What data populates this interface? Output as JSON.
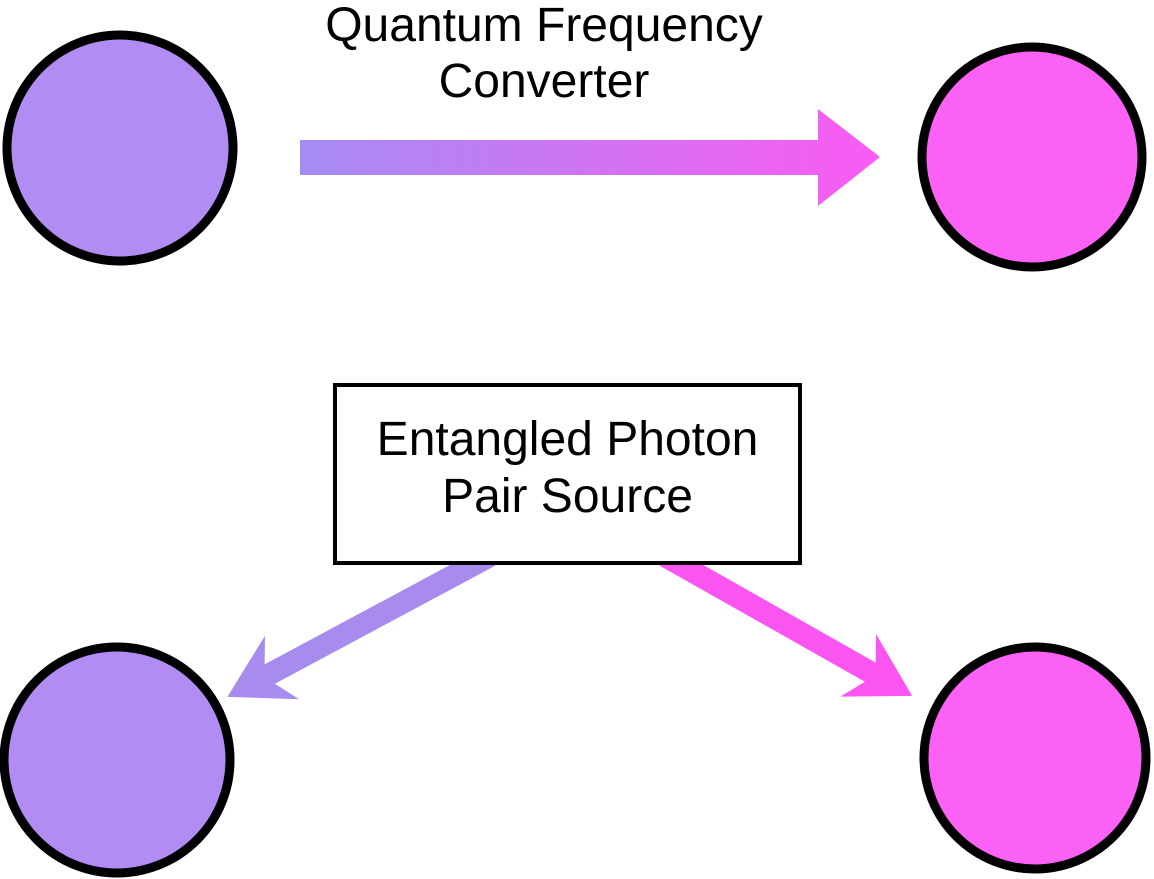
{
  "title": {
    "lines": [
      "Quantum Frequency",
      "Converter"
    ]
  },
  "source_box": {
    "lines": [
      "Entangled Photon",
      "Pair Source"
    ]
  },
  "colors": {
    "background": "#FFFFFF",
    "node_purple": "#B18CF2",
    "node_magenta": "#FB61F5",
    "node_border": "#000000",
    "conversion_arrow_gradient_start": "#A58CF4",
    "conversion_arrow_gradient_end": "#FA5BF2",
    "emission_arrow_purple": "#A78CEE",
    "emission_arrow_magenta": "#FB55F1"
  }
}
